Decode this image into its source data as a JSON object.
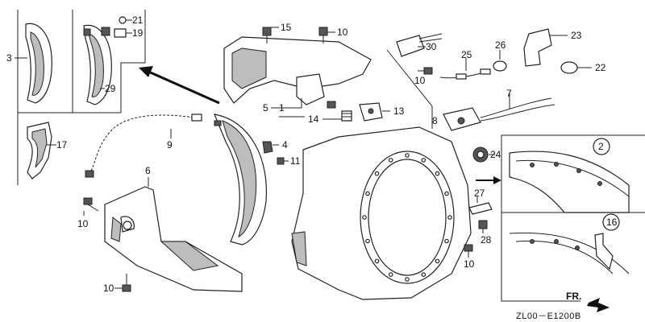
{
  "diagram": {
    "code": "ZL00－E1200B",
    "direction": "FR.",
    "callouts": {
      "c1": "1",
      "c2": "2",
      "c3": "3",
      "c4": "4",
      "c5": "5",
      "c6": "6",
      "c7": "7",
      "c8": "8",
      "c9": "9",
      "c10a": "10",
      "c10b": "10",
      "c10c": "10",
      "c10d": "10",
      "c10e": "10",
      "c11": "11",
      "c13": "13",
      "c14": "14",
      "c15": "15",
      "c16": "16",
      "c17": "17",
      "c19": "19",
      "c21": "21",
      "c22": "22",
      "c23": "23",
      "c24": "24",
      "c25": "25",
      "c26": "26",
      "c27": "27",
      "c28": "28",
      "c29": "29",
      "c30": "30"
    }
  }
}
